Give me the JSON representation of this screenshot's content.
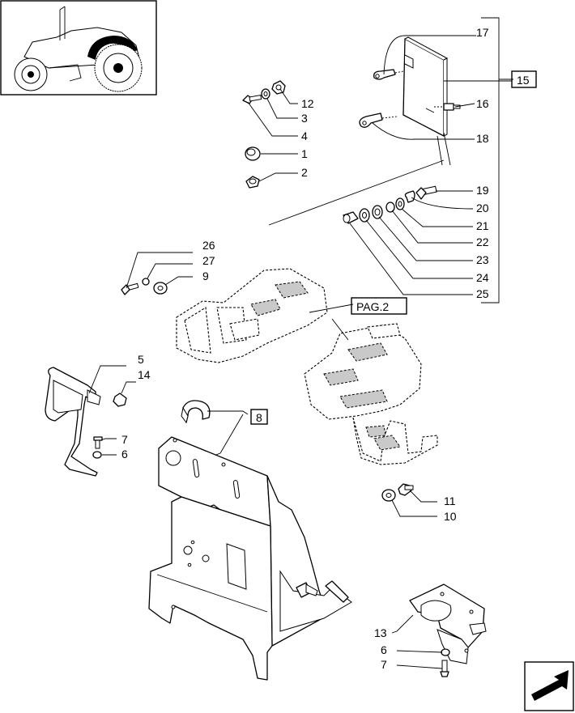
{
  "diagram": {
    "callouts": [
      {
        "id": "17",
        "text": "17"
      },
      {
        "id": "15",
        "text": "15"
      },
      {
        "id": "16",
        "text": "16"
      },
      {
        "id": "18",
        "text": "18"
      },
      {
        "id": "12",
        "text": "12"
      },
      {
        "id": "3a",
        "text": "3"
      },
      {
        "id": "4",
        "text": "4"
      },
      {
        "id": "1",
        "text": "1"
      },
      {
        "id": "2",
        "text": "2"
      },
      {
        "id": "19",
        "text": "19"
      },
      {
        "id": "20",
        "text": "20"
      },
      {
        "id": "21",
        "text": "21"
      },
      {
        "id": "22",
        "text": "22"
      },
      {
        "id": "23",
        "text": "23"
      },
      {
        "id": "24",
        "text": "24"
      },
      {
        "id": "25",
        "text": "25"
      },
      {
        "id": "26",
        "text": "26"
      },
      {
        "id": "27",
        "text": "27"
      },
      {
        "id": "9",
        "text": "9"
      },
      {
        "id": "pag",
        "text": "PAG.2"
      },
      {
        "id": "5",
        "text": "5"
      },
      {
        "id": "14",
        "text": "14"
      },
      {
        "id": "8",
        "text": "8"
      },
      {
        "id": "7a",
        "text": "7"
      },
      {
        "id": "6a",
        "text": "6"
      },
      {
        "id": "11",
        "text": "11"
      },
      {
        "id": "10",
        "text": "10"
      },
      {
        "id": "13",
        "text": "13"
      },
      {
        "id": "6b",
        "text": "6"
      },
      {
        "id": "7b",
        "text": "7"
      }
    ]
  }
}
